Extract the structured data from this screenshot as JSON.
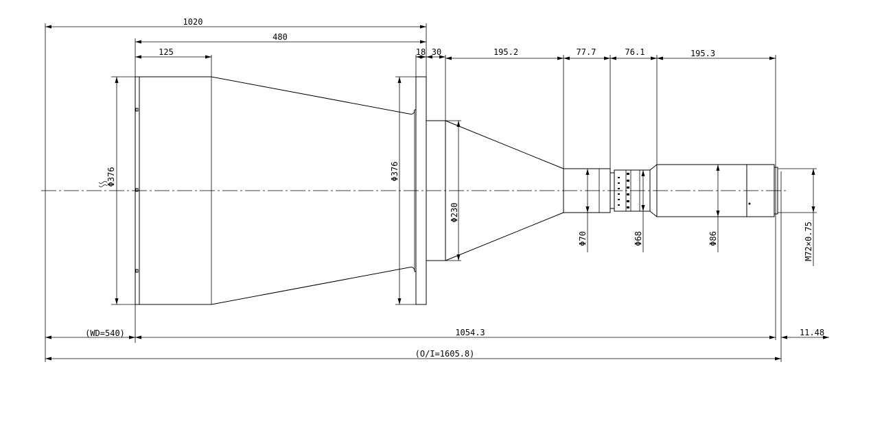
{
  "drawing": {
    "type": "lens-dimension-drawing",
    "line_color": "#000000",
    "background": "#ffffff"
  },
  "dimensions": {
    "d1020": "1020",
    "d480": "480",
    "d125": "125",
    "d18": "18",
    "d30": "30",
    "d195_2": "195.2",
    "d77_7": "77.7",
    "d76_1": "76.1",
    "d195_3": "195.3",
    "wd": "(WD=540)",
    "d1054_3": "1054.3",
    "d11_48": "11.48",
    "oi": "(O/I=1605.8)"
  },
  "diameters": {
    "front": "Φ376",
    "flange": "Φ376",
    "cone": "Φ230",
    "barrel": "Φ70",
    "ring": "Φ68",
    "rear": "Φ86",
    "thread": "M72×0.75"
  }
}
